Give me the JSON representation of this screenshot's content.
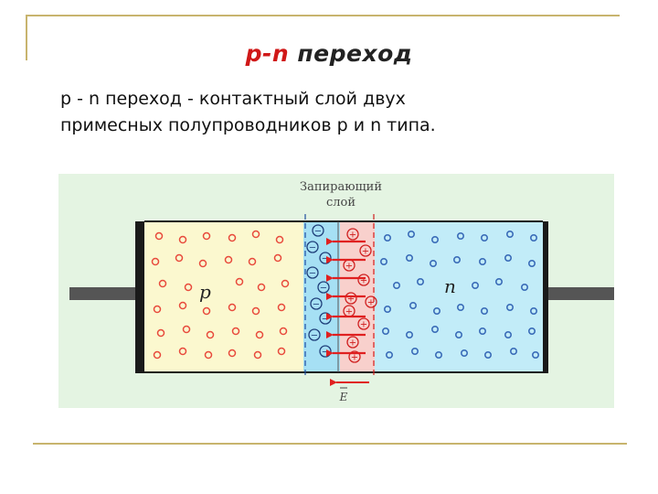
{
  "slide": {
    "title_part1": "p-n",
    "title_part2": "переход",
    "description_line1": "p - n переход - контактный слой двух",
    "description_line2": "примесных полупроводников p и n типа."
  },
  "diagram": {
    "depletion_label_line1": "Запирающий",
    "depletion_label_line2": "слой",
    "p_label": "p",
    "n_label": "n",
    "field_label": "E",
    "minus_sign": "−",
    "plus_sign": "+",
    "icons": {
      "field_arrow": "arrow-left-icon",
      "negative_ion": "minus-circle-icon",
      "positive_ion": "plus-circle-icon"
    },
    "colors": {
      "p_region": "#fbf8cf",
      "depletion_p": "#a6e0f4",
      "depletion_n": "#f8d0cc",
      "n_region": "#c2ecf8",
      "holes": "#e84a3c",
      "electrons": "#3a6cb8",
      "arrows": "#e02020",
      "electrodes": "#1a1a1a",
      "wires": "#555555",
      "background": "#e4f4e2"
    }
  }
}
